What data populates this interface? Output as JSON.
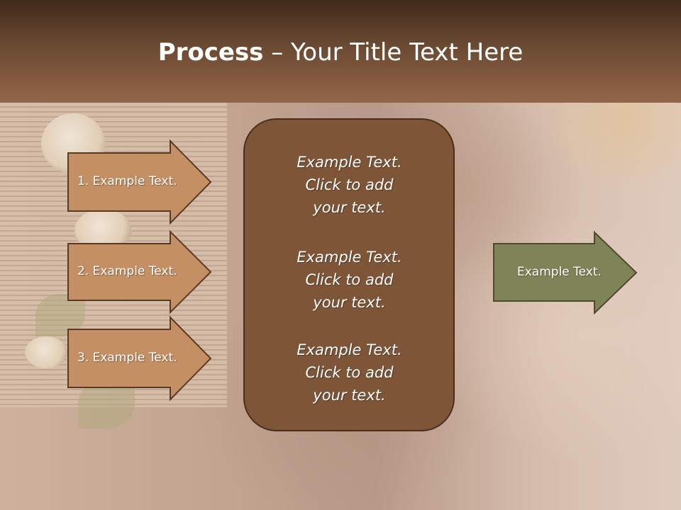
{
  "title": {
    "bold": "Process",
    "rest": " – Your Title Text Here"
  },
  "steps": [
    {
      "label": "1. Example Text."
    },
    {
      "label": "2. Example Text."
    },
    {
      "label": "3. Example Text."
    }
  ],
  "center": [
    {
      "line1": "Example Text.",
      "line2": "Click  to add",
      "line3": "your text."
    },
    {
      "line1": "Example Text.",
      "line2": "Click  to add",
      "line3": "your text."
    },
    {
      "line1": "Example Text.",
      "line2": "Click  to add",
      "line3": "your text."
    }
  ],
  "output": {
    "label": "Example Text."
  },
  "colors": {
    "step_arrow_fill": "#c48f63",
    "center_box_fill": "#7f5538",
    "output_arrow_fill": "#7f8458",
    "outline": "#5a3a24"
  }
}
